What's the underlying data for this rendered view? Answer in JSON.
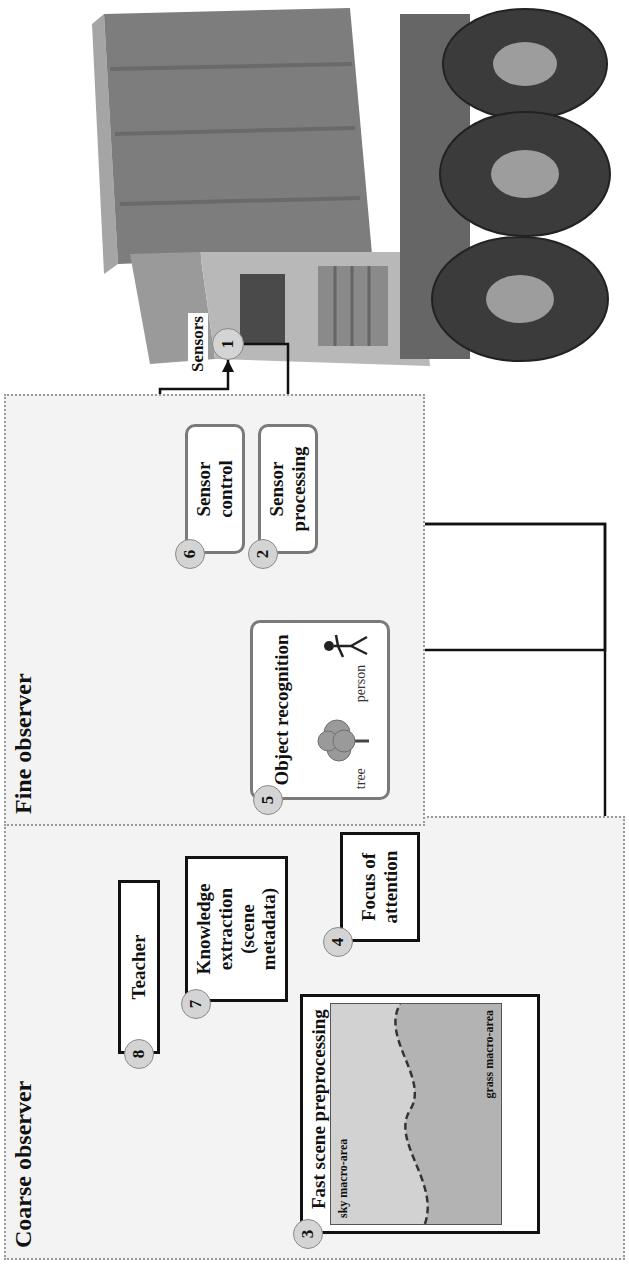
{
  "diagram": {
    "nodes": [
      {
        "text": [
          "Coarse observer"
        ]
      },
      {
        "text": [
          "Teacher"
        ],
        "in": 0
      },
      {
        "text": [
          "Knowledge extraction (scene metadata)"
        ],
        "in": 0
      },
      {
        "text": [
          "Fast scene preprocessing"
        ],
        "in": 0
      },
      {
        "text": [
          "sky macro-area",
          "grass macro-area"
        ],
        "in": 3
      },
      {
        "text": [
          "Focus of attention"
        ],
        "in": 0
      },
      {
        "text": [
          "Fine observer"
        ]
      },
      {
        "text": [
          "Sensor control"
        ],
        "in": 6
      },
      {
        "text": [
          "Sensor processing"
        ],
        "in": 6
      },
      {
        "text": [
          "Object recognition",
          "tree",
          "person"
        ],
        "in": 6
      },
      {
        "text": [
          "1",
          "Sensors"
        ]
      }
    ],
    "edges": [
      {
        "from": 7,
        "to": 10,
        "arrow": "to"
      },
      {
        "from": 10,
        "to": 8,
        "arrow": "to"
      },
      {
        "from": 8,
        "to": 3,
        "arrow": "to"
      },
      {
        "from": 8,
        "to": 9,
        "arrow": "to"
      },
      {
        "from": 3,
        "to": 2,
        "arrow": "to"
      },
      {
        "from": 3,
        "to": 5,
        "arrow": "to"
      },
      {
        "from": 5,
        "to": 9,
        "arrow": "to"
      },
      {
        "from": 2,
        "to": 9,
        "arrow": "both"
      },
      {
        "from": 1,
        "to": 3,
        "arrow": "to"
      },
      {
        "from": 1,
        "to": 9,
        "arrow": "to"
      },
      {
        "from": 9,
        "to": 7,
        "arrow": "to"
      }
    ],
    "labels": [
      "8",
      "7",
      "3",
      "4",
      "5",
      "6",
      "2"
    ]
  }
}
